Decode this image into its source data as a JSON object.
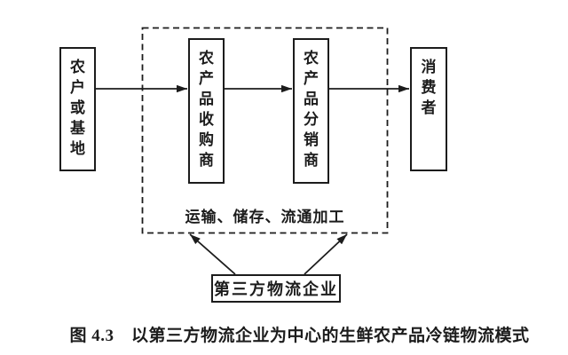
{
  "colors": {
    "ink": "#1c1c1c",
    "background": "#ffffff"
  },
  "diagram": {
    "nodes": [
      {
        "id": "farmers-base",
        "label": "农户或基地"
      },
      {
        "id": "purchaser",
        "label": "农产品收购商"
      },
      {
        "id": "distributor",
        "label": "农产品分销商"
      },
      {
        "id": "consumer",
        "label": "消费者"
      },
      {
        "id": "third-party-logistics",
        "label": "第三方物流企业"
      }
    ],
    "zone_label": "运输、储存、流通加工",
    "arrows": [
      {
        "from": "farmers-base",
        "to": "purchaser"
      },
      {
        "from": "purchaser",
        "to": "distributor"
      },
      {
        "from": "distributor",
        "to": "consumer"
      },
      {
        "from": "third-party-logistics",
        "to": "process-zone-left"
      },
      {
        "from": "third-party-logistics",
        "to": "process-zone-right"
      }
    ]
  },
  "caption": "图 4.3　以第三方物流企业为中心的生鲜农产品冷链物流模式"
}
